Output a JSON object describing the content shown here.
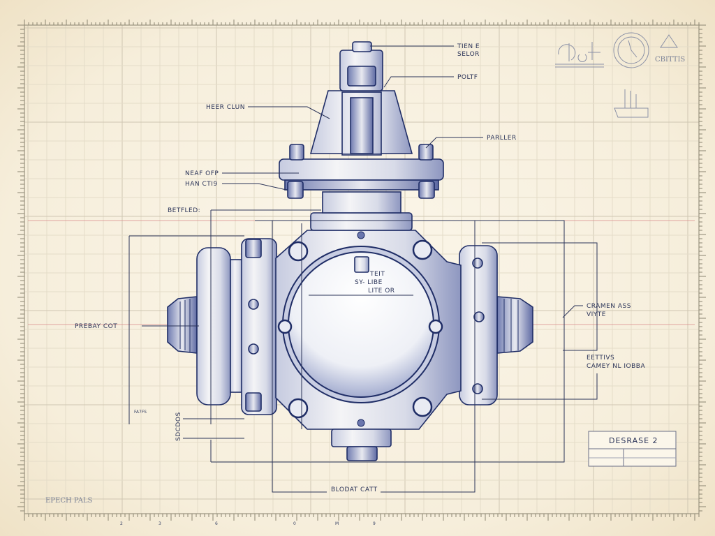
{
  "drawing": {
    "callouts": {
      "top_right_1": "TIEN E",
      "top_right_2": "SELOR",
      "poltf": "POLTF",
      "heer_clun": "HEER CLUN",
      "parller": "PARLLER",
      "neaf_ofp": "NEAF OFP",
      "han_cti9": "HAN CTI9",
      "betfled": "BETFLED:",
      "prebay_cot": "PREBAY COT",
      "cramen_ass": "CRAMEN ASS",
      "viyte": "VIYTE",
      "eettivs": "EETTIVS",
      "camey": "CAMEY NL IOBBA",
      "bore_1": "TEIT",
      "bore_2": "SY- LIBE",
      "bore_3": "LITE OR",
      "bloodat": "BLODAT CATT",
      "sdcdos": "SDCDOS",
      "fa7fs": "FA7FS",
      "epech": "EPECH PALS",
      "cbittis": "CBITTIS"
    },
    "title_block": {
      "title": "DESRASE 2"
    },
    "ruler_labels": [
      "2",
      "3",
      "6",
      "0",
      "M",
      "9"
    ],
    "colors": {
      "ink": "#22306a",
      "paper": "#f6eedb",
      "grid": "#e4dcc8",
      "centerline": "#d88a8a"
    }
  }
}
